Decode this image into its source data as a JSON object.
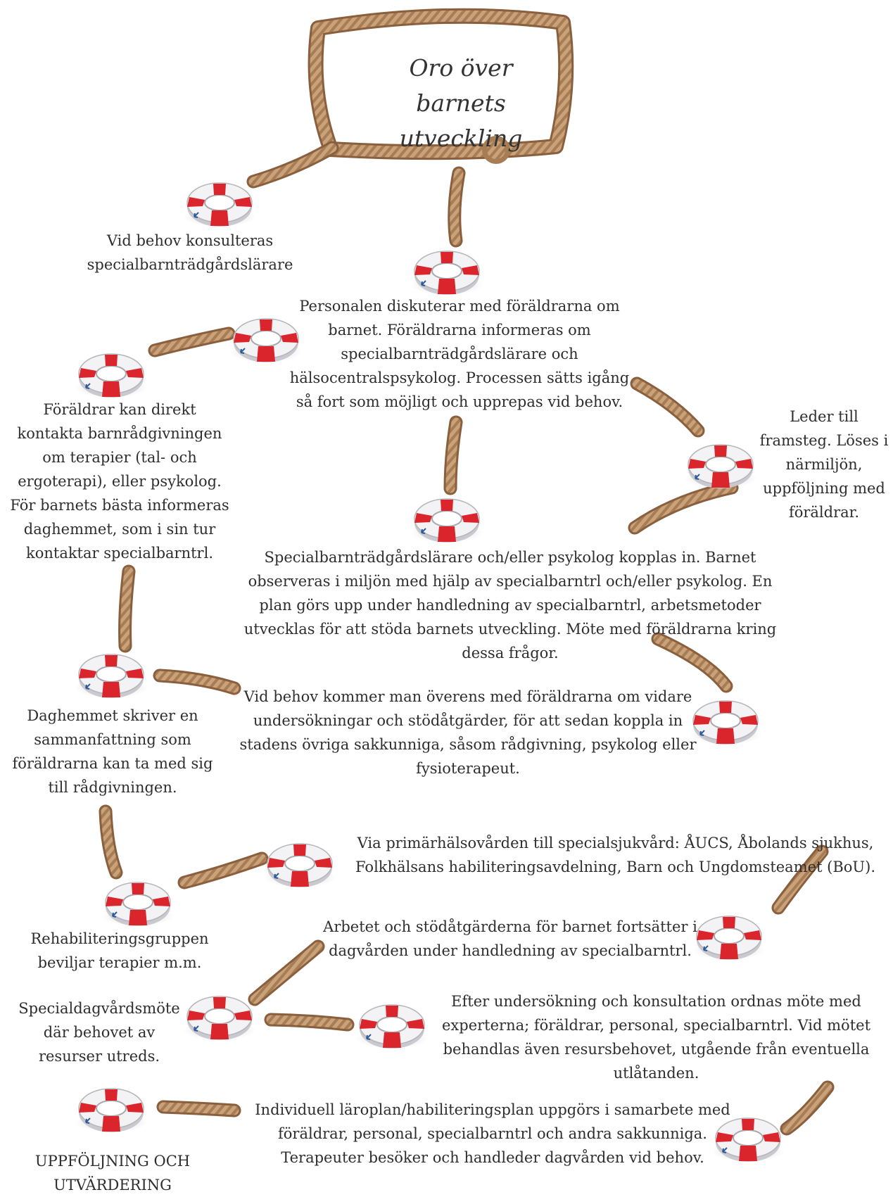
{
  "title": "Oro över\nbarnets utveckling",
  "colors": {
    "rope_light": "#c9a27a",
    "rope_dark": "#8a5f3d",
    "buoy_white": "#f3f3f5",
    "buoy_red": "#d9252b",
    "buoy_arrow": "#2c5a9c"
  },
  "icons": {
    "rope": "rope-icon",
    "buoy": "lifebuoy-icon"
  },
  "steps": {
    "consult": "Vid behov konsulteras\nspecialbarnträdgårdslärare",
    "discuss": "Personalen diskuterar med föräldrarna om\nbarnet. Föräldrarna informeras om\nspecialbarnträdgårdslärare och\nhälsocentralspsykolog. Processen sätts igång\nså fort som möjligt och upprepas vid behov.",
    "parents_direct": "Föräldrar kan direkt\nkontakta barnrådgivningen\nom terapier (tal- och\nergoterapi), eller psykolog.\nFör barnets bästa informeras\ndaghemmet, som i sin tur\nkontaktar specialbarntrl.",
    "progress": "Leder till\nframsteg. Löses i\nnärmiljön,\nuppföljning med\nföräldrar.",
    "specialist_in": "Specialbarnträdgårdslärare och/eller psykolog kopplas in. Barnet\nobserveras i miljön med hjälp av specialbarntrl och/eller psykolog. En\nplan görs upp under handledning av specialbarntrl, arbetsmetoder\nutvecklas för att stöda barnets utveckling. Möte med föräldrarna kring\ndessa frågor.",
    "summary": "Daghemmet skriver en\nsammanfattning som\nföräldrarna kan ta med sig\ntill rådgivningen.",
    "further": "Vid behov kommer man överens med föräldrarna om vidare\nundersökningar och stödåtgärder, för att sedan koppla in\nstadens övriga sakkunniga, såsom rådgivning, psykolog eller\nfysioterapeut.",
    "primary_care": "Via primärhälsovården till specialsjukvård: ÅUCS, Åbolands sjukhus,\nFolkhälsans habiliteringsavdelning, Barn och Ungdomsteamet (BoU).",
    "rehab": "Rehabiliteringsgruppen\nbeviljar terapier m.m.",
    "continue_work": "Arbetet och stödåtgärderna för barnet fortsätter i\ndagvården under handledning av specialbarntrl.",
    "special_meeting": "Specialdagvårdsmöte\ndär behovet av\nresurser utreds.",
    "expert_meeting": "Efter undersökning och konsultation ordnas möte med\nexperterna; föräldrar, personal, specialbarntrl. Vid mötet\nbehandlas även resursbehovet, utgående från eventuella\nutlåtanden.",
    "plan": "Individuell läroplan/habiliteringsplan uppgörs i samarbete med\nföräldrar, personal, specialbarntrl och andra sakkunniga.\nTerapeuter besöker och handleder dagvården vid behov.",
    "followup": "UPPFÖLJNING OCH\nUTVÄRDERING"
  }
}
